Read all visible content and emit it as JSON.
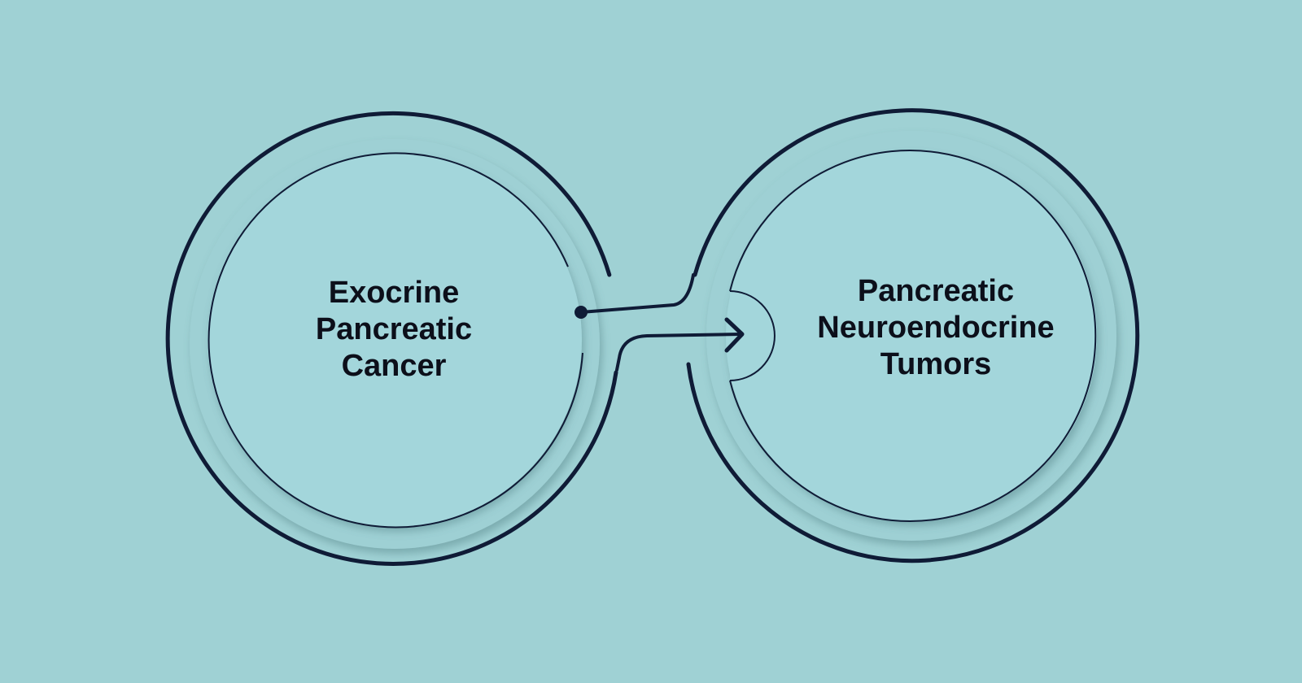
{
  "diagram": {
    "nodes": [
      {
        "id": "left",
        "lines": [
          "Exocrine",
          "Pancreatic",
          "Cancer"
        ]
      },
      {
        "id": "right",
        "lines": [
          "Pancreatic",
          "Neuroendocrine",
          "Tumors"
        ]
      }
    ],
    "connector": {
      "from": "left",
      "to": "right"
    }
  },
  "colors": {
    "background": "#9fd1d4",
    "circle_fill": "#a3d6db",
    "ring_fill": "#9ed0d4",
    "stroke": "#0f1b36",
    "text": "#0c0f1a"
  }
}
